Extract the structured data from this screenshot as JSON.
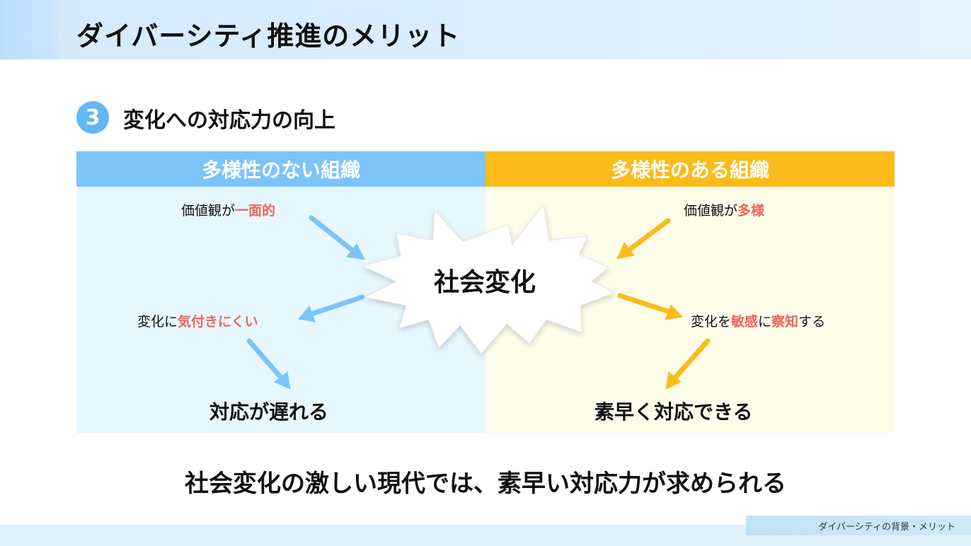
{
  "header": {
    "title": "ダイバーシティ推進のメリット"
  },
  "section": {
    "number": "3",
    "title": "変化への対応力の向上"
  },
  "left_panel": {
    "heading": "多様性のない組織",
    "item1_prefix": "価値観が",
    "item1_highlight": "一面的",
    "item2_prefix": "変化に",
    "item2_highlight": "気付きにくい",
    "result": "対応が遅れる"
  },
  "right_panel": {
    "heading": "多様性のある組織",
    "item1_prefix": "価値観が",
    "item1_highlight": "多様",
    "item2_prefix": "変化を",
    "item2_highlight1": "敏感",
    "item2_mid": "に",
    "item2_highlight2": "察知",
    "item2_suffix": "する",
    "result": "素早く対応できる"
  },
  "center": {
    "label": "社会変化"
  },
  "conclusion": "社会変化の激しい現代では、素早い対応力が求められる",
  "footer": {
    "tag": "ダイバーシティの背景・メリット"
  },
  "colors": {
    "left_accent": "#7cc4f8",
    "right_accent": "#fbbc1a",
    "highlight": "#f0645c",
    "badge": "#62b8f2"
  },
  "icons": [
    "arrow-icon",
    "burst-icon"
  ]
}
